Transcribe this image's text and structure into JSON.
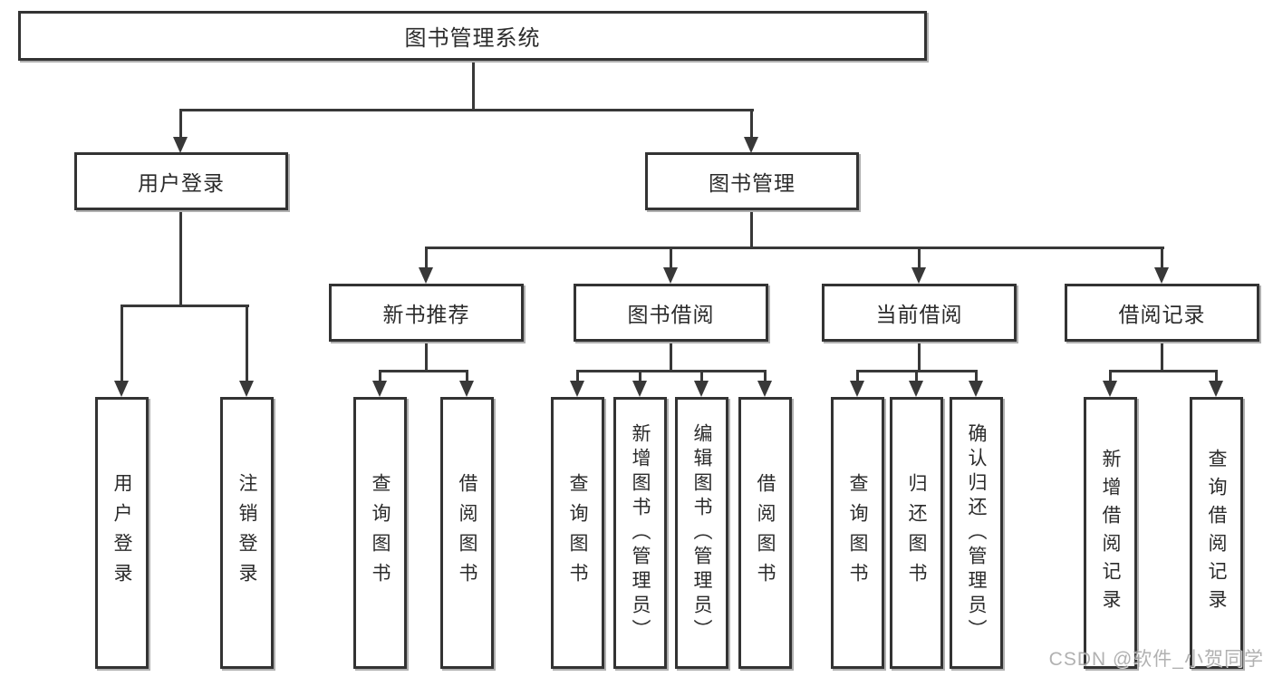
{
  "diagram": {
    "root": "图书管理系统",
    "level1": [
      "用户登录",
      "图书管理"
    ],
    "level2": [
      "新书推荐",
      "图书借阅",
      "当前借阅",
      "借阅记录"
    ],
    "leaves": {
      "user_login": [
        "用户登录",
        "注销登录"
      ],
      "new_book_recommend": [
        "查询图书",
        "借阅图书"
      ],
      "book_borrow": [
        "查询图书",
        "新增图书（管理员）",
        "编辑图书（管理员）",
        "借阅图书"
      ],
      "current_borrow": [
        "查询图书",
        "归还图书",
        "确认归还（管理员）"
      ],
      "borrow_record": [
        "新增借阅记录",
        "查询借阅记录"
      ]
    }
  },
  "watermark": "CSDN @软件_小贺同学",
  "colors": {
    "line": "#383838",
    "box_border": "#333333",
    "text": "#2b2b2b",
    "watermark": "#9e9e9e"
  }
}
